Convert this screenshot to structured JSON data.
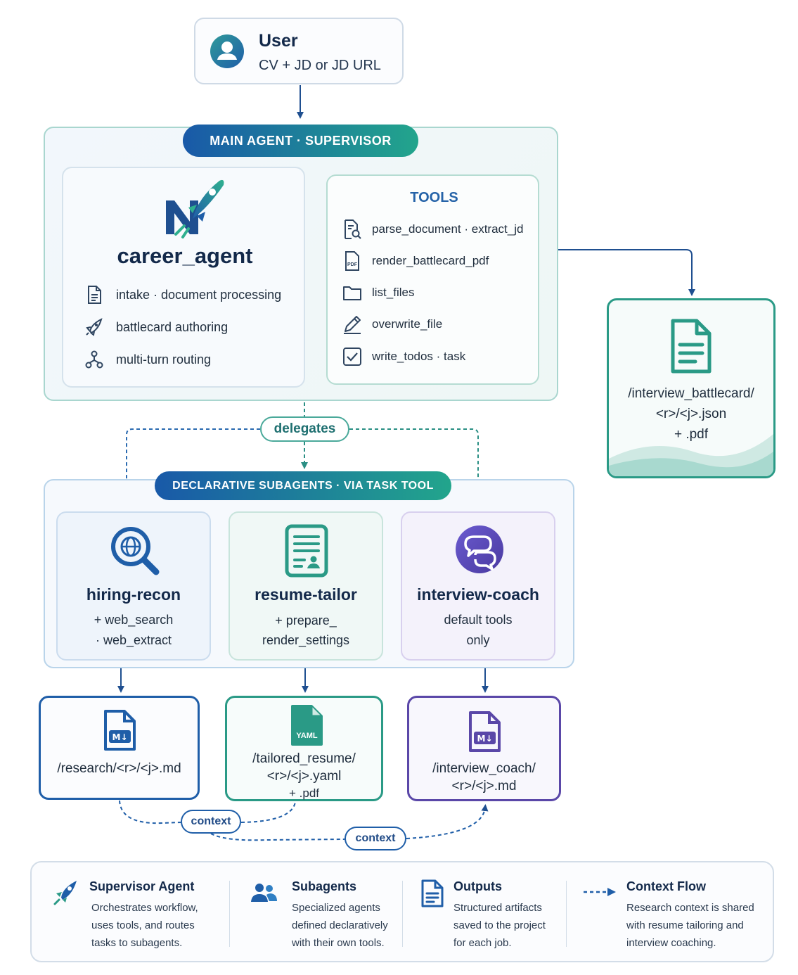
{
  "user": {
    "title": "User",
    "subtitle": "CV + JD or JD URL"
  },
  "main_agent": {
    "banner": "MAIN AGENT · SUPERVISOR",
    "name": "career_agent",
    "capabilities": [
      {
        "icon": "document-icon",
        "label": "intake · document processing"
      },
      {
        "icon": "rocket-icon",
        "label": "battlecard authoring"
      },
      {
        "icon": "routing-icon",
        "label": "multi-turn routing"
      }
    ]
  },
  "tools": {
    "title": "TOOLS",
    "items": [
      {
        "icon": "document-search-icon",
        "label": "parse_document · extract_jd"
      },
      {
        "icon": "pdf-icon",
        "label": "render_battlecard_pdf"
      },
      {
        "icon": "folder-icon",
        "label": "list_files"
      },
      {
        "icon": "pencil-icon",
        "label": "overwrite_file"
      },
      {
        "icon": "checkbox-icon",
        "label": "write_todos · task"
      }
    ]
  },
  "battlecard_output": {
    "line1": "/interview_battlecard/",
    "line2": "<r>/<j>.json",
    "line3": "+ .pdf"
  },
  "delegates_label": "delegates",
  "subagents": {
    "banner": "DECLARATIVE SUBAGENTS · VIA TASK TOOL",
    "items": [
      {
        "icon": "globe-search-icon",
        "name": "hiring-recon",
        "line1": "+ web_search",
        "line2": "· web_extract"
      },
      {
        "icon": "resume-icon",
        "name": "resume-tailor",
        "line1": "+ prepare_",
        "line2": "render_settings"
      },
      {
        "icon": "chat-bubbles-icon",
        "name": "interview-coach",
        "line1": "default tools",
        "line2": "only"
      }
    ]
  },
  "outputs": [
    {
      "badge": "M↓",
      "line1": "/research/<r>/<j>.md"
    },
    {
      "badge": "YAML",
      "line1": "/tailored_resume/",
      "line2": "<r>/<j>.yaml",
      "line3": "+ .pdf"
    },
    {
      "badge": "M↓",
      "line1": "/interview_coach/",
      "line2": "<r>/<j>.md"
    }
  ],
  "context_labels": [
    "context",
    "context"
  ],
  "legend": [
    {
      "icon": "rocket-icon",
      "title": "Supervisor Agent",
      "desc": [
        "Orchestrates workflow,",
        "uses tools, and routes",
        "tasks to subagents."
      ]
    },
    {
      "icon": "people-icon",
      "title": "Subagents",
      "desc": [
        "Specialized agents",
        "defined declaratively",
        "with their own tools."
      ]
    },
    {
      "icon": "document-icon",
      "title": "Outputs",
      "desc": [
        "Structured artifacts",
        "saved to the project",
        "for each job."
      ]
    },
    {
      "icon": "dashed-arrow-icon",
      "title": "Context Flow",
      "desc": [
        "Research context is shared",
        "with resume tailoring and",
        "interview coaching."
      ]
    }
  ],
  "colors": {
    "navy": "#1f5ea8",
    "teal": "#2a9a86",
    "purple": "#5a47a8"
  }
}
